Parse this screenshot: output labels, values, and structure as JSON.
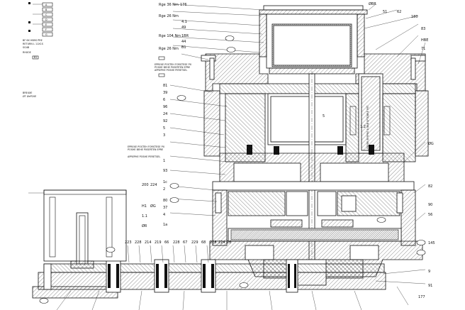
{
  "drawing": {
    "page_width": 656,
    "page_height": 437,
    "legend_codes": [
      "A",
      "B",
      "C",
      "D",
      "E",
      "F",
      "G"
    ],
    "left_notes": [
      "BF 6X HB9S PRE",
      "RETURN L 11X1S",
      "SG4B"
    ],
    "left_block_labels": [
      "RHXOE",
      "B1"
    ],
    "left_mid_labels": [
      "BRE4XE",
      "ØT ØeP2XE"
    ],
    "notes": [
      "EPREXE POSTEH FORSTESE PX",
      "POSHE BEHE PXSERTEN EPRE",
      "APREPHE POSHE PERETSEL"
    ],
    "side_note": "PRPBR BPRPRE B BBB SPTOBRE PRT"
  },
  "callouts_top": [
    "Rge 36 Nm",
    "176",
    "Rge 26 Nm",
    "ØBR",
    "62",
    "51",
    "Rge 104 Nm",
    "1BR",
    "49",
    "4.1",
    "44",
    "B1",
    "83",
    "Rge 26 Nm",
    "HBE",
    "180",
    "71"
  ],
  "callouts_right": [
    "ØG",
    "82",
    "90",
    "56",
    "145",
    "9",
    "91",
    "177"
  ],
  "callouts_left": [
    "81",
    "39",
    "6",
    "96",
    "24",
    "92",
    "5",
    "3",
    "1",
    "93",
    "1c",
    "2",
    "80",
    "37",
    "4",
    "1a"
  ],
  "callouts_bottom": [
    "223",
    "228",
    "214",
    "219",
    "66",
    "228",
    "67",
    "229",
    "68",
    "228",
    "224",
    "26"
  ],
  "callouts_pump": [
    "200",
    "224",
    "H1",
    "ØG",
    "1.1",
    "ØR"
  ],
  "hub": {
    "upper_label": "5",
    "lower_label": "1.2"
  }
}
